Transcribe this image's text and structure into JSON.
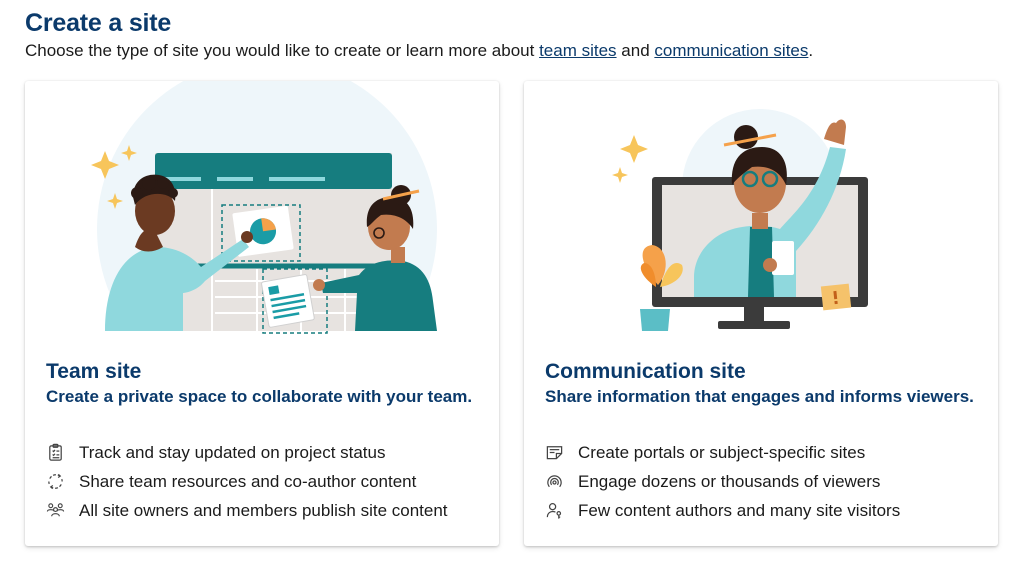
{
  "header": {
    "title": "Create a site",
    "subtitle_prefix": "Choose the type of site you would like to create or learn more about ",
    "team_sites_link": "team sites",
    "subtitle_and": " and ",
    "communication_sites_link": "communication sites",
    "subtitle_suffix": "."
  },
  "cards": {
    "team": {
      "title": "Team site",
      "description": "Create a private space to collaborate with your team.",
      "features": [
        {
          "icon": "clipboard-task-icon",
          "text": "Track and stay updated on project status"
        },
        {
          "icon": "sync-circle-icon",
          "text": "Share team resources and co-author content"
        },
        {
          "icon": "people-team-icon",
          "text": "All site owners and members publish site content"
        }
      ]
    },
    "communication": {
      "title": "Communication site",
      "description": "Share information that engages and informs viewers.",
      "features": [
        {
          "icon": "news-portal-icon",
          "text": "Create portals or subject-specific sites"
        },
        {
          "icon": "broadcast-icon",
          "text": "Engage dozens or thousands of viewers"
        },
        {
          "icon": "person-key-icon",
          "text": "Few content authors and many site visitors"
        }
      ]
    }
  },
  "colors": {
    "heading": "#0b3a6b",
    "teal": "#167d7f",
    "light_cyan": "#8fd8dd",
    "accent_orange": "#f7a43b"
  }
}
